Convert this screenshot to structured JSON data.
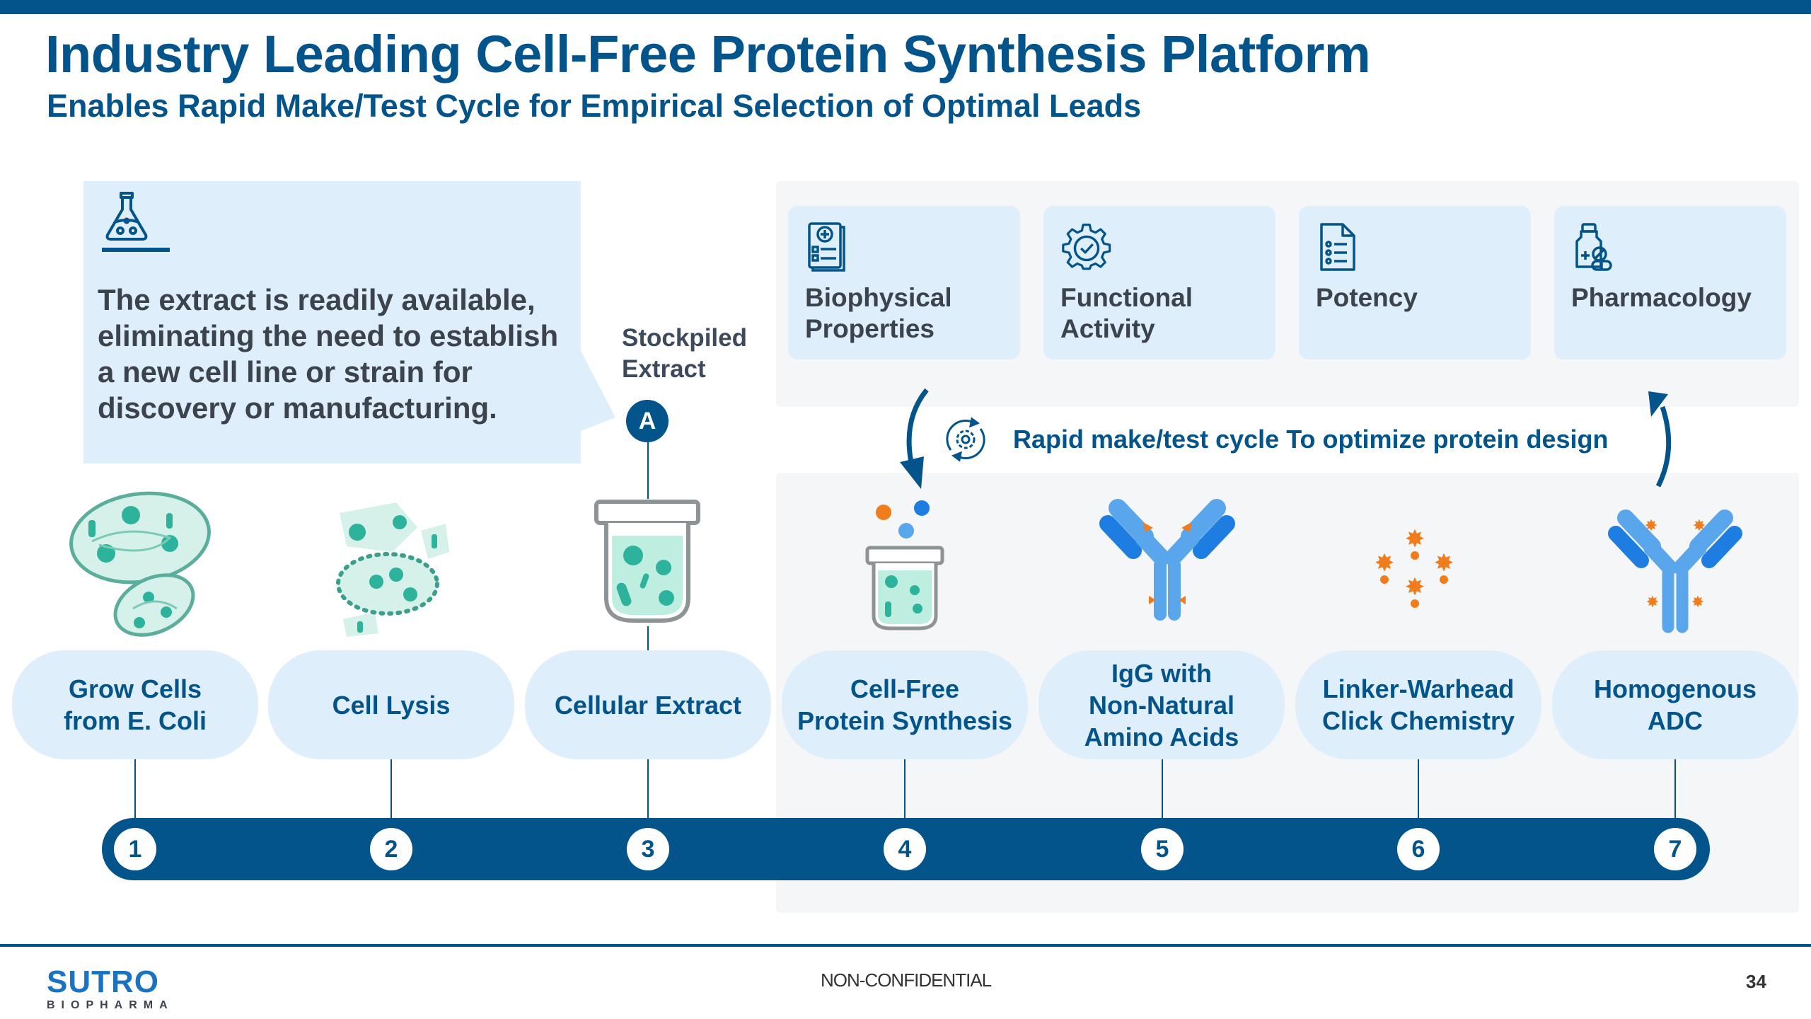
{
  "header": {
    "title": "Industry Leading Cell-Free Protein Synthesis Platform",
    "subtitle": "Enables Rapid Make/Test Cycle for Empirical Selection of Optimal Leads"
  },
  "callout": {
    "icon": "flask-icon",
    "lines": [
      "The extract is readily available,",
      "eliminating the need to establish",
      "a new cell line or strain for",
      "discovery or manufacturing."
    ]
  },
  "stockpile": {
    "label_line1": "Stockpiled",
    "label_line2": "Extract",
    "marker": "A"
  },
  "test_cards": [
    {
      "icon": "medical-report-icon",
      "line1": "Biophysical",
      "line2": "Properties"
    },
    {
      "icon": "gear-check-icon",
      "line1": "Functional",
      "line2": "Activity"
    },
    {
      "icon": "checklist-document-icon",
      "line1": "Potency",
      "line2": ""
    },
    {
      "icon": "medicine-bottle-icon",
      "line1": "Pharmacology",
      "line2": ""
    }
  ],
  "cycle": {
    "icon": "gear-cycle-icon",
    "text": "Rapid make/test cycle To optimize protein design"
  },
  "steps": [
    {
      "number": "1",
      "line1": "Grow Cells",
      "line2": "from E. Coli",
      "line3": "",
      "illustration": "ecoli-cells-illustration"
    },
    {
      "number": "2",
      "line1": "Cell Lysis",
      "line2": "",
      "line3": "",
      "illustration": "lysed-cells-illustration"
    },
    {
      "number": "3",
      "line1": "Cellular Extract",
      "line2": "",
      "line3": "",
      "illustration": "extract-tube-illustration"
    },
    {
      "number": "4",
      "line1": "Cell-Free",
      "line2": "Protein Synthesis",
      "line3": "",
      "illustration": "synthesis-tube-illustration"
    },
    {
      "number": "5",
      "line1": "IgG with",
      "line2": "Non-Natural",
      "line3": "Amino Acids",
      "illustration": "antibody-nnaa-illustration"
    },
    {
      "number": "6",
      "line1": "Linker-Warhead",
      "line2": "Click Chemistry",
      "line3": "",
      "illustration": "linker-warhead-illustration"
    },
    {
      "number": "7",
      "line1": "Homogenous",
      "line2": "ADC",
      "line3": "",
      "illustration": "adc-illustration"
    }
  ],
  "colors": {
    "brand_blue": "#04548c",
    "card_bg": "#dfeefb",
    "panel_bg": "#f5f6f7",
    "text_gray": "#3d434c",
    "teal": "#35b39a",
    "antibody_light": "#5aa6ec",
    "antibody_dark": "#1e7de0",
    "orange": "#f07c1c"
  },
  "footer": {
    "logo_main": "SUTRO",
    "logo_sub": "BIOPHARMA",
    "classification": "NON-CONFIDENTIAL",
    "page_number": "34"
  }
}
